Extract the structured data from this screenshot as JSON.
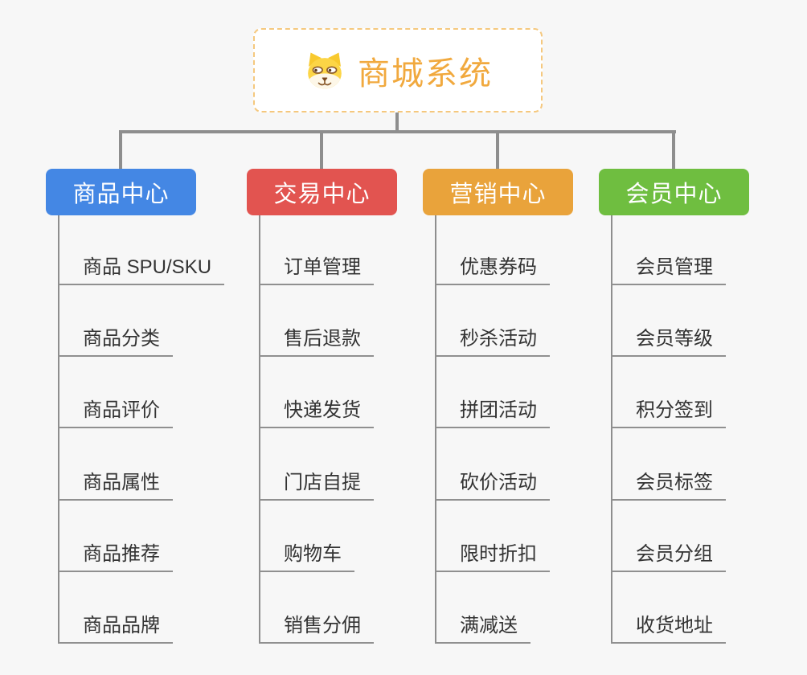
{
  "root": {
    "title": "商城系统",
    "icon": "doge-icon"
  },
  "branches": [
    {
      "label": "商品中心",
      "color": "#4487E4",
      "items": [
        "商品 SPU/SKU",
        "商品分类",
        "商品评价",
        "商品属性",
        "商品推荐",
        "商品品牌"
      ]
    },
    {
      "label": "交易中心",
      "color": "#E25450",
      "items": [
        "订单管理",
        "售后退款",
        "快递发货",
        "门店自提",
        "购物车",
        "销售分佣"
      ]
    },
    {
      "label": "营销中心",
      "color": "#E9A33B",
      "items": [
        "优惠券码",
        "秒杀活动",
        "拼团活动",
        "砍价活动",
        "限时折扣",
        "满减送"
      ]
    },
    {
      "label": "会员中心",
      "color": "#6FBE40",
      "items": [
        "会员管理",
        "会员等级",
        "积分签到",
        "会员标签",
        "会员分组",
        "收货地址"
      ]
    }
  ],
  "colors": {
    "bg": "#F7F7F7",
    "connector": "#8E8E8E",
    "item_line": "#909090",
    "item_text": "#333333",
    "root_text": "#F1A93E",
    "root_border": "#F5C87E"
  }
}
